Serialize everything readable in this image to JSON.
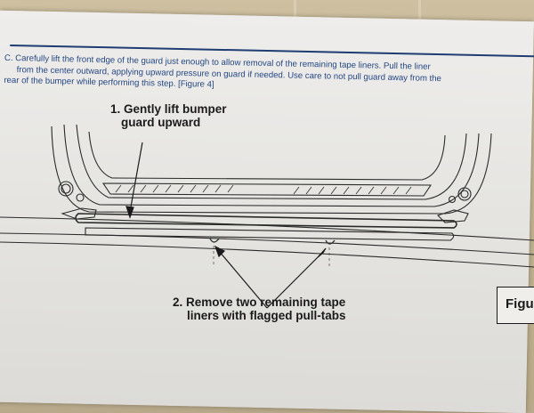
{
  "instructions": {
    "line1": "C. Carefully lift the front edge of the guard just enough to allow removal of the remaining tape liners. Pull the liner",
    "line2": "from the center outward, applying upward pressure on guard if needed. Use care to not pull guard away from the",
    "line3": "rear of the bumper while performing this step. [Figure 4]"
  },
  "callouts": {
    "step1_line1": "1. Gently lift bumper",
    "step1_line2": "guard upward",
    "step2_line1": "2. Remove two remaining tape",
    "step2_line2": "liners with flagged pull-tabs"
  },
  "figure": {
    "label": "Figu"
  },
  "colors": {
    "heading_blue": "#244783",
    "rule_blue": "#1f3c73",
    "ink": "#1b1b1b"
  }
}
